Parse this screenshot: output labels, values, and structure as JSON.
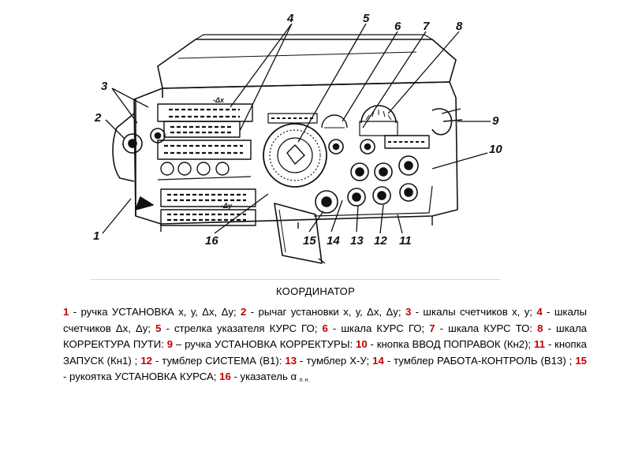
{
  "figure": {
    "callouts": [
      "1",
      "2",
      "3",
      "4",
      "5",
      "6",
      "7",
      "8",
      "9",
      "10",
      "11",
      "12",
      "13",
      "14",
      "15",
      "16"
    ],
    "panel_marks": {
      "dx_label": "-Δx",
      "dy_label": "-Δy"
    }
  },
  "caption": "КООРДИНАТОР",
  "legend": [
    {
      "num": "1",
      "text": " - ручка УСТАНОВКА х, у, Δх, Δу; "
    },
    {
      "num": "2",
      "text": " - рычаг установки х, у, Δх, Δу; "
    },
    {
      "num": "3",
      "text": " - шкалы счетчиков х, у; "
    },
    {
      "num": "4",
      "text": " - шкалы счетчиков Δх, Δу; "
    },
    {
      "num": "5",
      "text": " - стрелка указателя КУРС ГО; "
    },
    {
      "num": "6",
      "text": " - шкала КУРС ГО; "
    },
    {
      "num": "7",
      "text": " - шкала КУРС ТО: "
    },
    {
      "num": "8",
      "text": " - шкала КОРРЕКТУРА ПУТИ: "
    },
    {
      "num": "9",
      "text": " – ручка УСТАНОВКА КОРРЕКТУРЫ: "
    },
    {
      "num": "10",
      "text": " - кнопка ВВОД ПОПРАВОК (Кн2); "
    },
    {
      "num": "11",
      "text": " - кнопка ЗАПУСК (Кн1) ; "
    },
    {
      "num": "12",
      "text": " - тумблер СИСТЕМА (В1): "
    },
    {
      "num": "13",
      "text": " - тумблер Х-У; "
    },
    {
      "num": "14",
      "text": " - тумблер РАБОТА-КОНТРОЛЬ (В13) ; "
    },
    {
      "num": "15",
      "text": " - рукоятка УСТАНОВКА КУРСА; "
    },
    {
      "num": "16",
      "text": " - указатель α "
    }
  ],
  "legend_subscript": "п.н."
}
